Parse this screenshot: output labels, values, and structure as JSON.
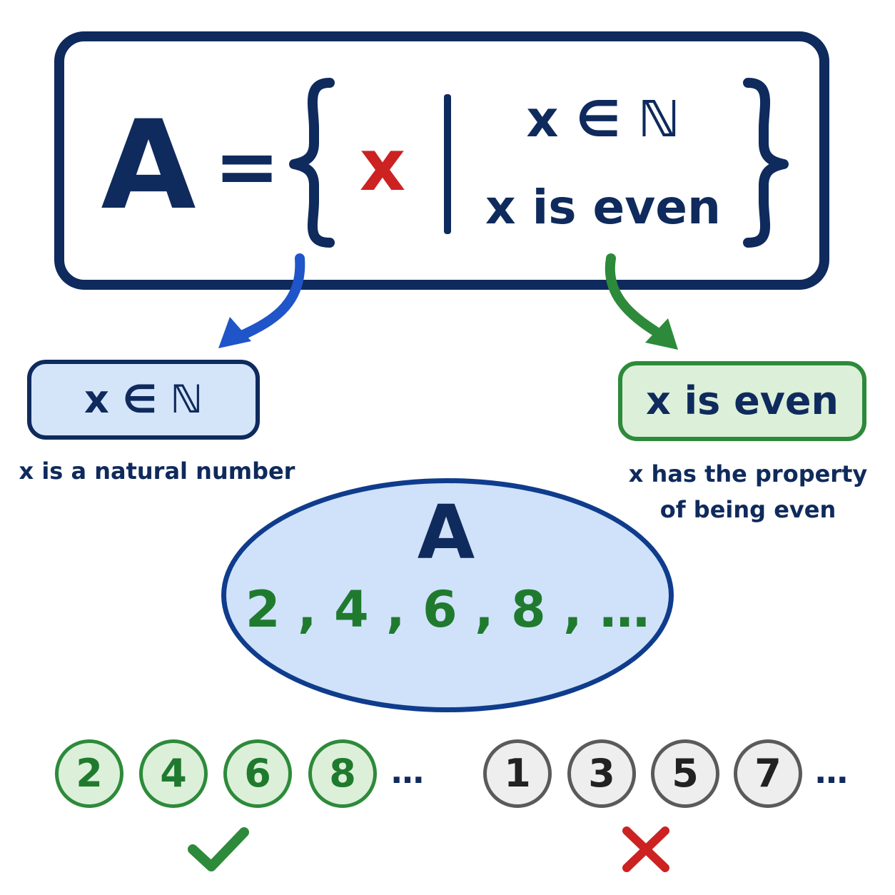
{
  "formula": {
    "set_name": "A",
    "equals": "=",
    "variable": "x",
    "condition_1": "x ∈ ℕ",
    "condition_2": "x is even"
  },
  "left_callout": {
    "box_text": "x ∈ ℕ",
    "description": "x is a natural number"
  },
  "right_callout": {
    "box_text": "x is even",
    "description_line_1": "x has the property",
    "description_line_2": "of being even"
  },
  "set_ellipse": {
    "label": "A",
    "values": "2 , 4 , 6 , 8 , …"
  },
  "included": {
    "items": [
      "2",
      "4",
      "6",
      "8"
    ],
    "more": "…"
  },
  "excluded": {
    "items": [
      "1",
      "3",
      "5",
      "7"
    ],
    "more": "…"
  },
  "colors": {
    "navy": "#0f2a5c",
    "red": "#cc2222",
    "blue_arrow": "#1f55c9",
    "green": "#2d8a3a",
    "light_blue": "#d4e5fa",
    "light_green": "#dcefd9",
    "gray": "#eeeeee"
  }
}
